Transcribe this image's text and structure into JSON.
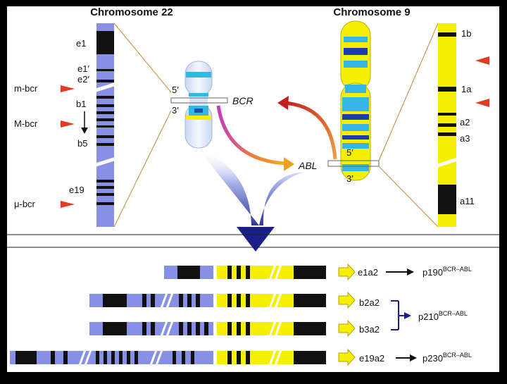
{
  "titles": {
    "chr22": "Chromosome 22",
    "chr9": "Chromosome 9"
  },
  "chr22": {
    "exons": [
      "e1",
      "e1′",
      "e2′",
      "b1",
      "b5",
      "e19"
    ],
    "breakpoints": [
      "m-bcr",
      "M-bcr",
      "μ-bcr"
    ],
    "gene": "BCR",
    "five_prime": "5′",
    "three_prime": "3′"
  },
  "chr9": {
    "exons": [
      "1b",
      "1a",
      "a2",
      "a3",
      "a11"
    ],
    "gene": "ABL",
    "five_prime": "5′",
    "three_prime": "3′"
  },
  "fusions": [
    {
      "junction": "e1a2",
      "protein": "p190",
      "superscript": "BCR–ABL"
    },
    {
      "junction": "b2a2",
      "protein": "",
      "superscript": ""
    },
    {
      "junction": "b3a2",
      "protein": "",
      "superscript": ""
    },
    {
      "junction": "e19a2",
      "protein": "p230",
      "superscript": "BCR–ABL"
    }
  ],
  "p210": {
    "protein": "p210",
    "superscript": "BCR–ABL"
  },
  "colors": {
    "panel_bg": "#ffffff",
    "bcr_blue": "#8890e6",
    "abl_yellow": "#f5f000",
    "band_dark": "#111111",
    "arrow_red": "#e53a22",
    "arrow_orange": "#e58a20",
    "arrow_navy": "#1a1f8c",
    "cyan_band": "#35b6e6"
  }
}
